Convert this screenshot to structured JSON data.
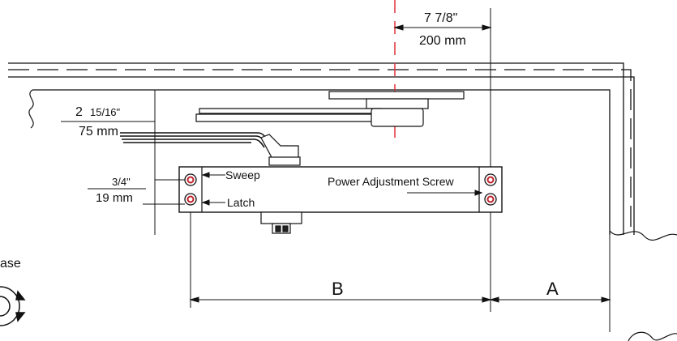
{
  "dimensions": {
    "top_fraction": "7 7/8\"",
    "top_metric": "200 mm",
    "offset_fraction_whole": "2",
    "offset_fraction_part": "15/16\"",
    "offset_metric": "75 mm",
    "screw_fraction": "3/4\"",
    "screw_metric": "19 mm",
    "dim_b": "B",
    "dim_a": "A"
  },
  "labels": {
    "sweep": "Sweep",
    "latch": "Latch",
    "power_adjustment": "Power Adjustment Screw",
    "partial_left": "ase"
  },
  "colors": {
    "line": "#111111",
    "centerline": "#e0303a",
    "screw": "#c0202a"
  }
}
